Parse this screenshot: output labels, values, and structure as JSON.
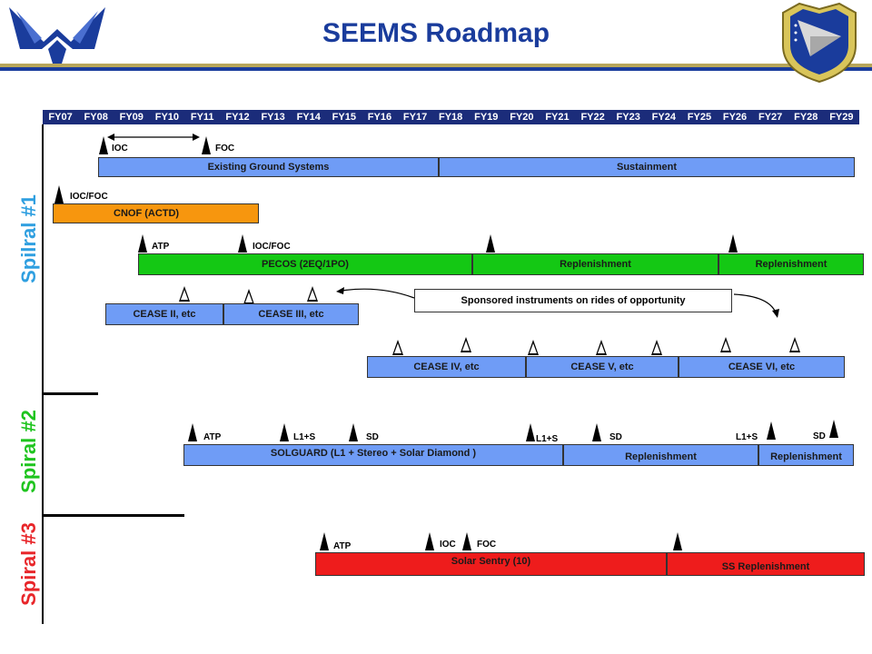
{
  "title": "SEEMS Roadmap",
  "fiscal_years": [
    "FY07",
    "FY08",
    "FY09",
    "FY10",
    "FY11",
    "FY12",
    "FY13",
    "FY14",
    "FY15",
    "FY16",
    "FY17",
    "FY18",
    "FY19",
    "FY20",
    "FY21",
    "FY22",
    "FY23",
    "FY24",
    "FY25",
    "FY26",
    "FY27",
    "FY28",
    "FY29"
  ],
  "spirals": {
    "s1": {
      "label": "Spilral #1",
      "color": "#2f9fe0"
    },
    "s2": {
      "label": "Spiral #2",
      "color": "#1ec41e"
    },
    "s3": {
      "label": "Spiral #3",
      "color": "#e8262a"
    }
  },
  "bars": {
    "existing": "Existing Ground Systems",
    "sustainment": "Sustainment",
    "cnof": "CNOF (ACTD)",
    "pecos": "PECOS (2EQ/1PO)",
    "pecos_rep1": "Replenishment",
    "pecos_rep2": "Replenishment",
    "cease2": "CEASE II, etc",
    "cease3": "CEASE III, etc",
    "cease4": "CEASE IV, etc",
    "cease5": "CEASE V, etc",
    "cease6": "CEASE VI, etc",
    "solguard": "SOLGUARD (L1 + Stereo + Solar Diamond )",
    "sol_rep1": "Replenishment",
    "sol_rep2": "Replenishment",
    "sentry": "Solar Sentry (10)",
    "ss_rep": "SS Replenishment"
  },
  "note": "Sponsored instruments on rides of opportunity",
  "milestones": {
    "ioc1": "IOC",
    "foc1": "FOC",
    "iocfoc1": "IOC/FOC",
    "atp_pecos": "ATP",
    "iocfoc_pecos": "IOC/FOC",
    "atp_sol": "ATP",
    "l1s_1": "L1+S",
    "sd_1": "SD",
    "l1s_2": "L1+S",
    "sd_2": "SD",
    "l1s_3": "L1+S",
    "sd_3": "SD",
    "atp_ss": "ATP",
    "ioc_ss": "IOC",
    "foc_ss": "FOC"
  },
  "icons": {
    "left_logo": "air-force-wings-logo",
    "right_logo": "afrl-shield-logo"
  }
}
